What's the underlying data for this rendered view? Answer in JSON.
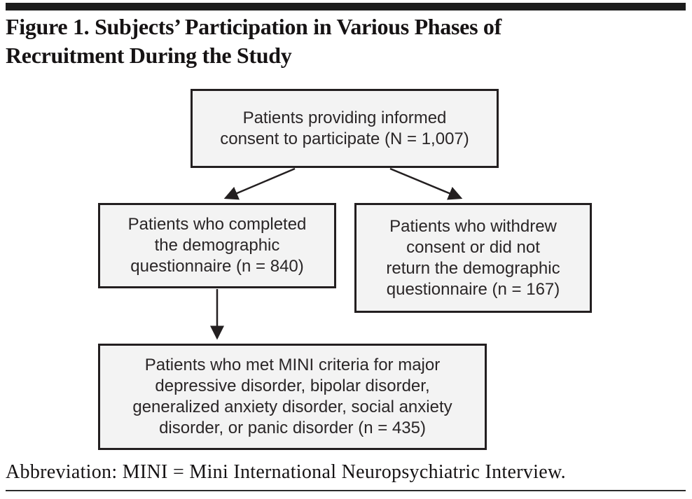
{
  "figure": {
    "title_line1": "Figure 1. Subjects’ Participation in Various Phases of",
    "title_line2": "Recruitment During the Study",
    "abbreviation": "Abbreviation: MINI = Mini International Neuropsychiatric Interview."
  },
  "flowchart": {
    "boxes": [
      {
        "id": "informed-consent",
        "n": 1007,
        "lines": [
          "Patients providing informed",
          "consent to participate (N = 1,007)"
        ]
      },
      {
        "id": "completed-questionnaire",
        "n": 840,
        "lines": [
          "Patients who completed",
          "the demographic",
          "questionnaire (n = 840)"
        ]
      },
      {
        "id": "withdrew-consent",
        "n": 167,
        "lines": [
          "Patients who withdrew",
          "consent or did not",
          "return the demographic",
          "questionnaire (n = 167)"
        ]
      },
      {
        "id": "met-mini-criteria",
        "n": 435,
        "lines": [
          "Patients who met MINI criteria for major",
          "depressive disorder, bipolar disorder,",
          "generalized anxiety disorder, social anxiety",
          "disorder, or panic disorder (n = 435)"
        ]
      }
    ],
    "arrows": [
      {
        "from": "informed-consent",
        "to": "completed-questionnaire"
      },
      {
        "from": "informed-consent",
        "to": "withdrew-consent"
      },
      {
        "from": "completed-questionnaire",
        "to": "met-mini-criteria"
      }
    ]
  },
  "colors": {
    "box_fill": "#f3f3f3",
    "box_border": "#231f20",
    "text": "#2a2627",
    "rule": "#1d1d1d",
    "background": "#ffffff"
  }
}
